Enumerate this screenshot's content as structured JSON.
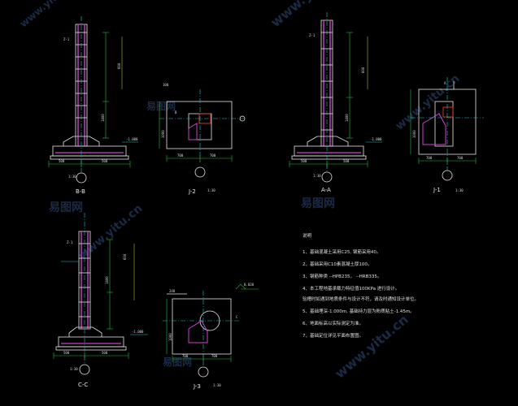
{
  "watermarks": [
    "www.yitu.cn",
    "易图网"
  ],
  "views": {
    "bb": {
      "title": "B-B",
      "scale": "1:30"
    },
    "aa": {
      "title": "A-A",
      "scale": "1:30"
    },
    "cc": {
      "title": "C-C",
      "scale": "1:30"
    },
    "j1": {
      "title": "J-1",
      "scale": "1:30"
    },
    "j2": {
      "title": "J-2",
      "scale": "1:30"
    },
    "j3": {
      "title": "J-3",
      "scale": "1:30"
    }
  },
  "notes": {
    "heading": "说明",
    "items": [
      "1、基础混凝土采用C25, 钢筋采用40。",
      "2、基础采用C10素混凝土厚100。",
      "3、钢筋种类  --HPB235，   --HRB335。",
      "4、本工程地基承载力特征值100KPa 进行设计。",
      "   验槽时如遇到地质条件与设计不符，请及时通知设计单位。",
      "5、基础埋深-1.000m, 基础持力层为粉质粘土-1.45m。",
      "6、地面标高以实际测定为准。",
      "7、基础定位详见平面布置图。"
    ]
  },
  "dims": {
    "elev_pos": "0.020",
    "elev_neg": "-1.000",
    "d500": "500",
    "d700": "700",
    "d1400": "1400",
    "d600": "600",
    "d1000": "1000",
    "d240": "240",
    "d100": "100",
    "zl": "Z-1"
  },
  "labels": {
    "j1_mark": "A",
    "j2_mark": "B",
    "j3_mark": "C"
  }
}
